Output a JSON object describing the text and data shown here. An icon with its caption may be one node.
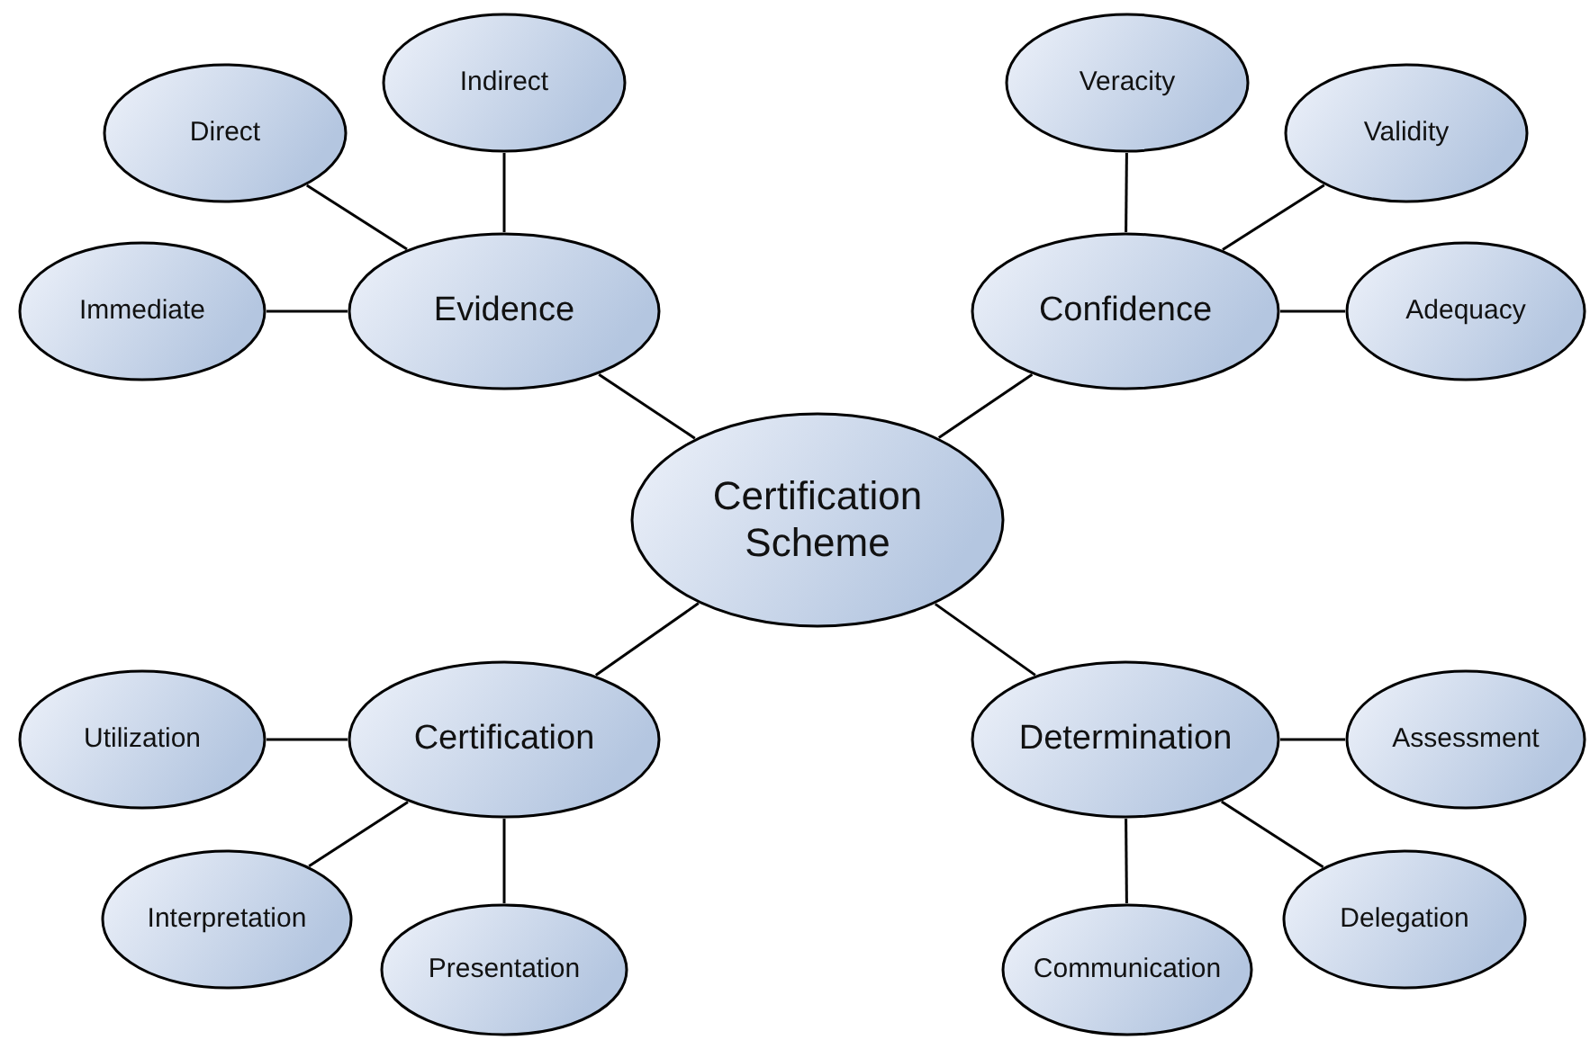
{
  "diagram": {
    "nodes": [
      {
        "text": [
          "Certification Scheme"
        ]
      },
      {
        "text": [
          "Evidence"
        ]
      },
      {
        "text": [
          "Direct"
        ]
      },
      {
        "text": [
          "Indirect"
        ]
      },
      {
        "text": [
          "Immediate"
        ]
      },
      {
        "text": [
          "Confidence"
        ]
      },
      {
        "text": [
          "Veracity"
        ]
      },
      {
        "text": [
          "Validity"
        ]
      },
      {
        "text": [
          "Adequacy"
        ]
      },
      {
        "text": [
          "Certification"
        ]
      },
      {
        "text": [
          "Utilization"
        ]
      },
      {
        "text": [
          "Interpretation"
        ]
      },
      {
        "text": [
          "Presentation"
        ]
      },
      {
        "text": [
          "Determination"
        ]
      },
      {
        "text": [
          "Assessment"
        ]
      },
      {
        "text": [
          "Delegation"
        ]
      },
      {
        "text": [
          "Communication"
        ]
      }
    ],
    "edges": [
      {
        "from": 0,
        "to": 1,
        "arrow": "none"
      },
      {
        "from": 1,
        "to": 2,
        "arrow": "none"
      },
      {
        "from": 1,
        "to": 3,
        "arrow": "none"
      },
      {
        "from": 1,
        "to": 4,
        "arrow": "none"
      },
      {
        "from": 0,
        "to": 5,
        "arrow": "none"
      },
      {
        "from": 5,
        "to": 6,
        "arrow": "none"
      },
      {
        "from": 5,
        "to": 7,
        "arrow": "none"
      },
      {
        "from": 5,
        "to": 8,
        "arrow": "none"
      },
      {
        "from": 0,
        "to": 9,
        "arrow": "none"
      },
      {
        "from": 9,
        "to": 10,
        "arrow": "none"
      },
      {
        "from": 9,
        "to": 11,
        "arrow": "none"
      },
      {
        "from": 9,
        "to": 12,
        "arrow": "none"
      },
      {
        "from": 0,
        "to": 13,
        "arrow": "none"
      },
      {
        "from": 13,
        "to": 14,
        "arrow": "none"
      },
      {
        "from": 13,
        "to": 15,
        "arrow": "none"
      },
      {
        "from": 13,
        "to": 16,
        "arrow": "none"
      }
    ]
  }
}
